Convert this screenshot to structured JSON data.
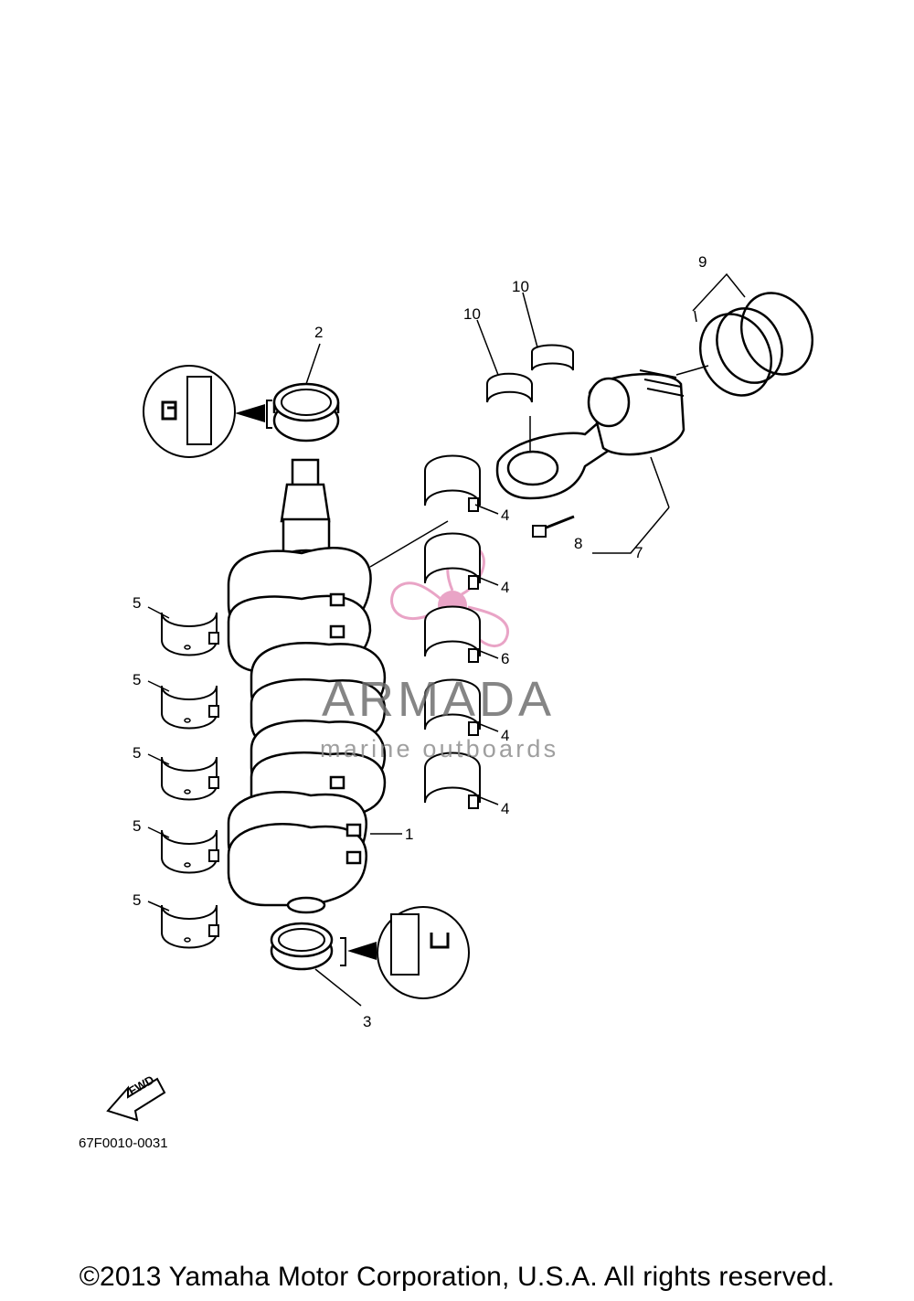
{
  "callouts": [
    {
      "id": "c2",
      "label": "2"
    },
    {
      "id": "c10a",
      "label": "10"
    },
    {
      "id": "c10b",
      "label": "10"
    },
    {
      "id": "c9",
      "label": "9"
    },
    {
      "id": "c4a",
      "label": "4"
    },
    {
      "id": "c8",
      "label": "8"
    },
    {
      "id": "c7",
      "label": "7"
    },
    {
      "id": "c4b",
      "label": "4"
    },
    {
      "id": "c6",
      "label": "6"
    },
    {
      "id": "c4c",
      "label": "4"
    },
    {
      "id": "c4d",
      "label": "4"
    },
    {
      "id": "c1",
      "label": "1"
    },
    {
      "id": "c5a",
      "label": "5"
    },
    {
      "id": "c5b",
      "label": "5"
    },
    {
      "id": "c5c",
      "label": "5"
    },
    {
      "id": "c5d",
      "label": "5"
    },
    {
      "id": "c5e",
      "label": "5"
    },
    {
      "id": "c3",
      "label": "3"
    }
  ],
  "diagram_code": "67F0010-0031",
  "fwd_label": "FWD",
  "watermark": {
    "title": "ARMADA",
    "subtitle": "marine outboards",
    "accent": "#e79bc0"
  },
  "copyright": "©2013 Yamaha Motor Corporation, U.S.A. All rights reserved."
}
